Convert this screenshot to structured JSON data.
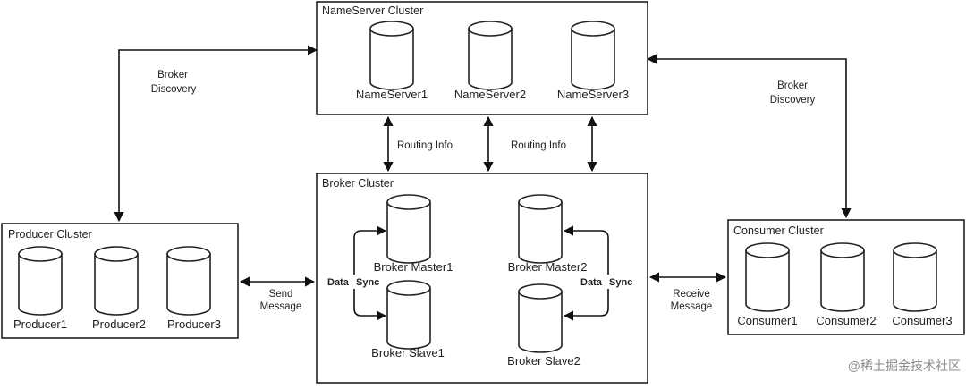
{
  "clusters": {
    "nameserver": {
      "title": "NameServer Cluster",
      "nodes": [
        "NameServer1",
        "NameServer2",
        "NameServer3"
      ]
    },
    "broker": {
      "title": "Broker Cluster",
      "masters": [
        "Broker Master1",
        "Broker Master2"
      ],
      "slaves": [
        "Broker Slave1",
        "Broker Slave2"
      ]
    },
    "producer": {
      "title": "Producer Cluster",
      "nodes": [
        "Producer1",
        "Producer2",
        "Producer3"
      ]
    },
    "consumer": {
      "title": "Consumer Cluster",
      "nodes": [
        "Consumer1",
        "Consumer2",
        "Consumer3"
      ]
    }
  },
  "edges": {
    "broker_discovery_left": [
      "Broker",
      "Discovery"
    ],
    "broker_discovery_right": [
      "Broker",
      "Discovery"
    ],
    "routing_info_left": "Routing Info",
    "routing_info_right": "Routing Info",
    "send_message": [
      "Send",
      "Message"
    ],
    "receive_message": [
      "Receive",
      "Message"
    ],
    "data_sync_left": [
      "Data",
      "Sync"
    ],
    "data_sync_right": [
      "Data",
      "Sync"
    ]
  },
  "watermark": "@稀土掘金技术社区"
}
